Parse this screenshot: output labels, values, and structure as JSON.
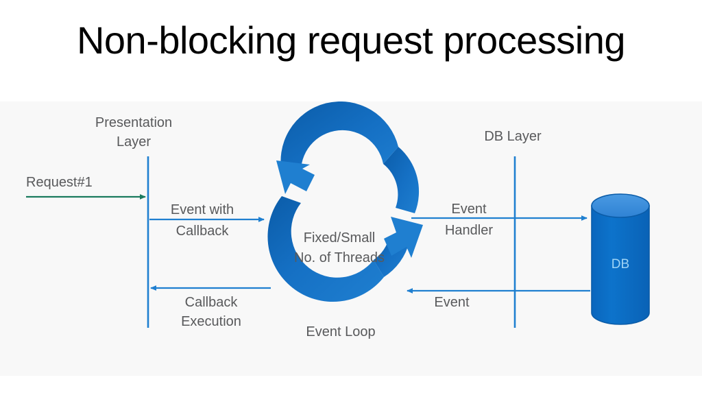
{
  "slide": {
    "title": "Non-blocking request processing",
    "background_color": "#ffffff",
    "panel_background_color": "#f8f8f8"
  },
  "colors": {
    "lifeline_blue": "#1f7fd0",
    "arrow_blue": "#1f7fd0",
    "request_green": "#1a7a5e",
    "loop_blue_dark": "#0b5ca8",
    "loop_blue_light": "#1f7fd0",
    "db_body": "#0d6ec4",
    "db_top": "#3a8dd8",
    "db_outline": "#0b5ca8",
    "db_text": "#9fd4f5",
    "label_text": "#58595b",
    "title_text": "#000000"
  },
  "diagram": {
    "type": "sequence-flow",
    "lifelines": [
      {
        "name": "presentation-layer",
        "label_line1": "Presentation",
        "label_line2": "Layer"
      },
      {
        "name": "db-layer",
        "label_line1": "DB Layer",
        "label_line2": ""
      }
    ],
    "event_loop": {
      "center_label_line1": "Fixed/Small",
      "center_label_line2": "No. of Threads",
      "caption": "Event Loop",
      "arrow_count": 2,
      "direction": "clockwise"
    },
    "database": {
      "label": "DB",
      "shape": "cylinder"
    },
    "flows": [
      {
        "name": "request-1",
        "label_above": "Request#1",
        "label_below": "",
        "color": "#1a7a5e",
        "direction": "right"
      },
      {
        "name": "event-with-callback",
        "label_above": "Event with",
        "label_below": "Callback",
        "color": "#1f7fd0",
        "direction": "right"
      },
      {
        "name": "event-handler",
        "label_above": "Event",
        "label_below": "Handler",
        "color": "#1f7fd0",
        "direction": "right"
      },
      {
        "name": "event-return",
        "label_above": "",
        "label_below": "Event",
        "color": "#1f7fd0",
        "direction": "left"
      },
      {
        "name": "callback-execution",
        "label_above": "",
        "label_below_line1": "Callback",
        "label_below_line2": "Execution",
        "color": "#1f7fd0",
        "direction": "left"
      }
    ]
  }
}
